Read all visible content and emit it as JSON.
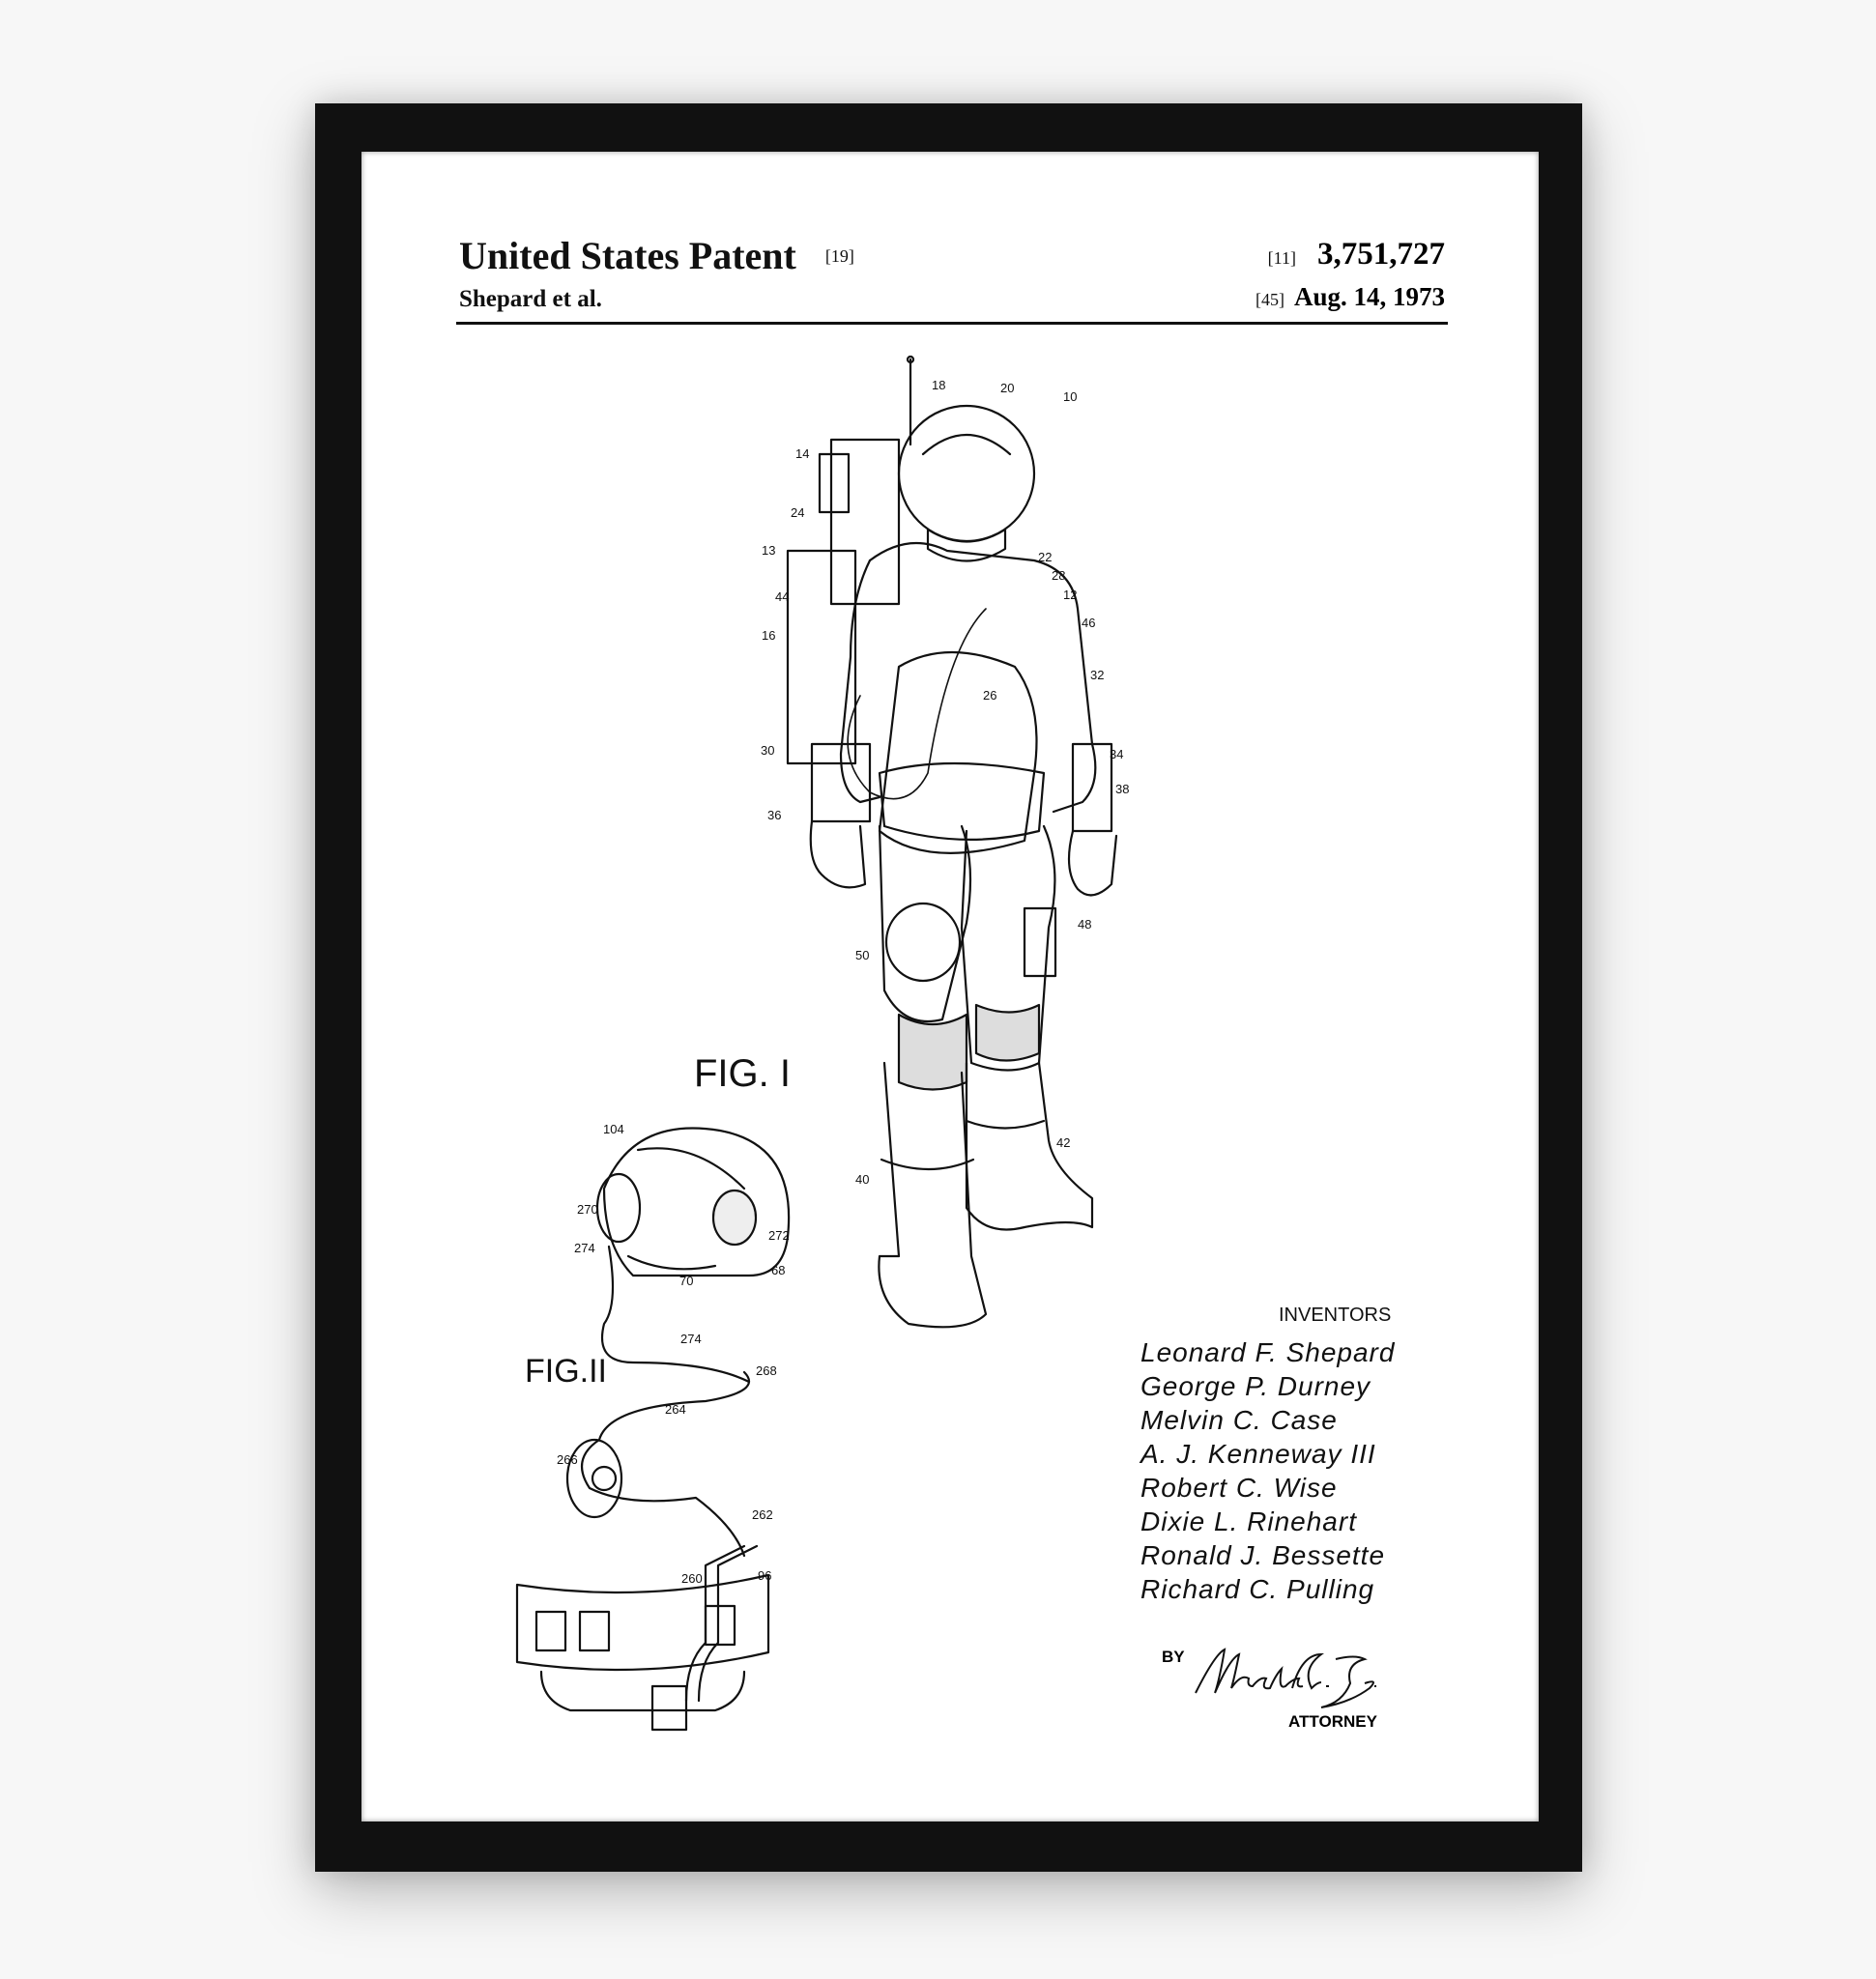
{
  "header": {
    "title": "United States Patent",
    "title_code": "[19]",
    "inventor_short": "Shepard et al.",
    "number_code": "[11]",
    "patent_number": "3,751,727",
    "date_code": "[45]",
    "date": "Aug. 14, 1973"
  },
  "figures": {
    "fig1": "FIG. I",
    "fig2": "FIG.II"
  },
  "reference_numerals": [
    "18",
    "20",
    "10",
    "14",
    "24",
    "13",
    "22",
    "28",
    "12",
    "44",
    "46",
    "16",
    "32",
    "26",
    "30",
    "34",
    "38",
    "36",
    "48",
    "50",
    "42",
    "40",
    "104",
    "270",
    "272",
    "274",
    "70",
    "68",
    "274",
    "268",
    "264",
    "266",
    "262",
    "260",
    "96"
  ],
  "inventors": {
    "heading": "INVENTORS",
    "names": [
      "Leonard F. Shepard",
      "George P. Durney",
      "Melvin C. Case",
      "A. J. Kenneway III",
      "Robert C. Wise",
      "Dixie L. Rinehart",
      "Ronald J. Bessette",
      "Richard C. Pulling"
    ],
    "by": "BY",
    "signature": "Michael A. Tiles Jr.",
    "attorney": "ATTORNEY"
  }
}
